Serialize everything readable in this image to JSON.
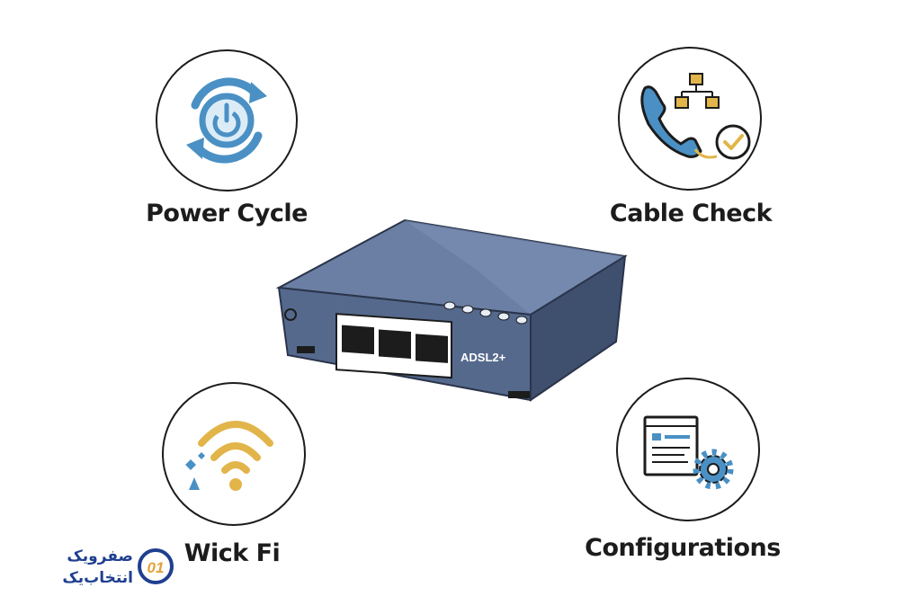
{
  "features": {
    "power_cycle": "Power Cycle",
    "cable_check": "Cable Check",
    "wick_fi": "Wick Fi",
    "configurations": "Configurations"
  },
  "router": {
    "model_label": "ADSL2+"
  },
  "brand": {
    "line1": "صفرویک",
    "line2": "انتخاب‌یک",
    "mark_text": "01"
  },
  "icons": {
    "power_cycle": "power-cycle-icon",
    "cable_check": "phone-network-check-icon",
    "wick_fi": "wifi-sparkle-icon",
    "configurations": "document-gear-icon"
  },
  "colors": {
    "blue": "#4a90c4",
    "gold": "#e2b54a",
    "router": "#5a6f92",
    "brand": "#1f3f8f"
  }
}
